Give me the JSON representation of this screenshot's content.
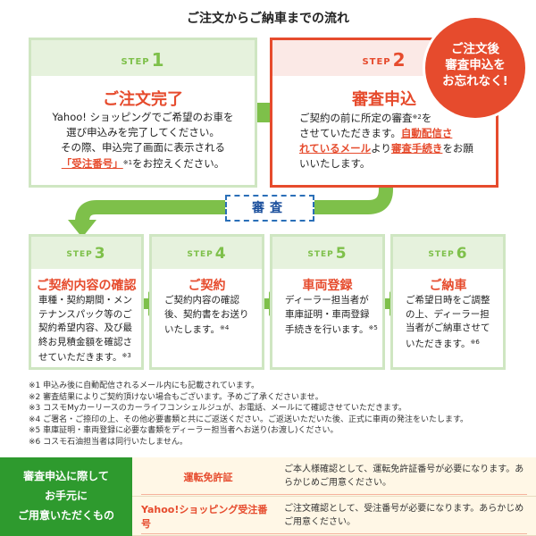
{
  "title": "ご注文からご納車までの流れ",
  "step_label": "STEP",
  "steps": [
    {
      "num": "1",
      "title": "ご注文完了",
      "lines": [
        "Yahoo! ショッピングでご希望のお車を",
        "選び申込みを完了してください。",
        "その際、申込完了画面に表示される"
      ],
      "hl": "「受注番号」",
      "note": "※1",
      "tail": "をお控えください。"
    },
    {
      "num": "2",
      "title": "審査申込",
      "pre": "ご契約の前に所定の審査",
      "note": "※2",
      "mid": "を",
      "line2": "させていただきます。",
      "hl1": "自動配信さ",
      "hl2": "れているメール",
      "mid2": "より",
      "hl3": "審査手続き",
      "tail": "をお願",
      "line5": "いいたします。"
    },
    {
      "num": "3",
      "title": "ご契約内容の確認",
      "text": "車種・契約期間・メンテナンスパック等のご契約希望内容、及び最終お見積金額を確認させていただきます。",
      "note": "※3"
    },
    {
      "num": "4",
      "title": "ご契約",
      "text": "ご契約内容の確認後、契約書をお送りいたします。",
      "note": "※4"
    },
    {
      "num": "5",
      "title": "車両登録",
      "text": "ディーラー担当者が車庫証明・車両登録手続きを行います。",
      "note": "※5"
    },
    {
      "num": "6",
      "title": "ご納車",
      "text": "ご希望日時をご調整の上、ディーラー担当者がご納車させていただきます。",
      "note": "※6"
    }
  ],
  "badge": {
    "l1": "ご注文後",
    "l2": "審査申込を",
    "l3": "お忘れなく!"
  },
  "shinsa": "審査",
  "notes": [
    "※1 申込み後に自動配信されるメール内にも記載されています。",
    "※2 審査結果によりご契約頂けない場合もございます。予めご了承くださいませ。",
    "※3 コスモMyカーリースのカーライフコンシェルジュが、お電話、メールにて確認させていただきます。",
    "※4 ご署名・ご捺印の上、その他必要書類と共にご返送ください。ご返送いただいた後、正式に車両の発注をいたします。",
    "※5 車庫証明・車両登録に必要な書類をディーラー担当者へお送り(お渡し)ください。",
    "※6 コスモ石油担当者は同行いたしません。"
  ],
  "bottom": {
    "heading": [
      "審査申込に際して",
      "お手元に",
      "ご用意いただくもの"
    ],
    "items": [
      {
        "label": "運転免許証",
        "desc": "ご本人様確認として、運転免許証番号が必要になります。あらかじめご用意ください。"
      },
      {
        "label": "Yahoo!ショッピング受注番号",
        "desc": "ご注文確認として、受注番号が必要になります。あらかじめご用意ください。"
      }
    ]
  },
  "colors": {
    "green": "#7ec04a",
    "red": "#e64b2d",
    "blue": "#1b4f9c"
  }
}
